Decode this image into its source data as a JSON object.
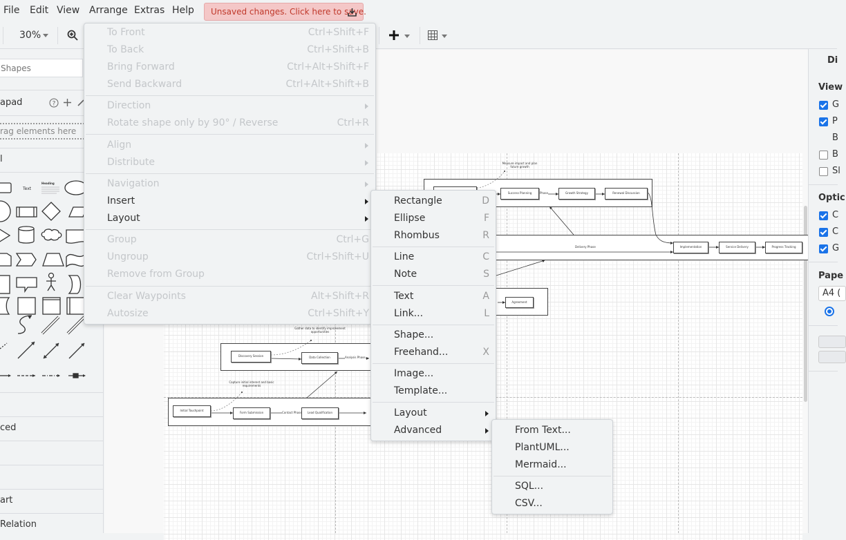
{
  "menubar": {
    "items": [
      "File",
      "Edit",
      "View",
      "Arrange",
      "Extras",
      "Help"
    ],
    "unsaved_notice": "Unsaved changes. Click here to save.",
    "unsaved_icon": "download-icon"
  },
  "toolbar": {
    "zoom": "30%",
    "icons": [
      "zoom-in-icon",
      "insert-plus-icon",
      "table-icon"
    ]
  },
  "sidebar": {
    "search_placeholder": "Shapes",
    "scratchpad_title": "apad",
    "scratchpad_icons": [
      "help-icon",
      "add-icon",
      "edit-icon"
    ],
    "scratchpad_drop": "rag elements here",
    "general_title": "l",
    "shape_text": "Text",
    "shape_heading": "Heading",
    "sections": [
      "",
      "ced",
      "",
      "",
      "art",
      "Relation"
    ]
  },
  "arrange_menu": {
    "items": [
      {
        "label": "To Front",
        "shortcut": "Ctrl+Shift+F",
        "enabled": false
      },
      {
        "label": "To Back",
        "shortcut": "Ctrl+Shift+B",
        "enabled": false
      },
      {
        "label": "Bring Forward",
        "shortcut": "Ctrl+Alt+Shift+F",
        "enabled": false
      },
      {
        "label": "Send Backward",
        "shortcut": "Ctrl+Alt+Shift+B",
        "enabled": false
      },
      {
        "label": "Direction",
        "shortcut": "",
        "enabled": false,
        "submenu": true
      },
      {
        "label": "Rotate shape only by 90° / Reverse",
        "shortcut": "Ctrl+R",
        "enabled": false
      },
      {
        "label": "Align",
        "shortcut": "",
        "enabled": false,
        "submenu": true
      },
      {
        "label": "Distribute",
        "shortcut": "",
        "enabled": false,
        "submenu": true
      },
      {
        "label": "Navigation",
        "shortcut": "",
        "enabled": false,
        "submenu": true
      },
      {
        "label": "Insert",
        "shortcut": "",
        "enabled": true,
        "submenu": true
      },
      {
        "label": "Layout",
        "shortcut": "",
        "enabled": true,
        "submenu": true
      },
      {
        "label": "Group",
        "shortcut": "Ctrl+G",
        "enabled": false
      },
      {
        "label": "Ungroup",
        "shortcut": "Ctrl+Shift+U",
        "enabled": false
      },
      {
        "label": "Remove from Group",
        "shortcut": "",
        "enabled": false
      },
      {
        "label": "Clear Waypoints",
        "shortcut": "Alt+Shift+R",
        "enabled": false
      },
      {
        "label": "Autosize",
        "shortcut": "Ctrl+Shift+Y",
        "enabled": false
      }
    ]
  },
  "insert_menu": {
    "items": [
      {
        "label": "Rectangle",
        "shortcut": "D"
      },
      {
        "label": "Ellipse",
        "shortcut": "F"
      },
      {
        "label": "Rhombus",
        "shortcut": "R"
      },
      {
        "label": "Line",
        "shortcut": "C"
      },
      {
        "label": "Note",
        "shortcut": "S"
      },
      {
        "label": "Text",
        "shortcut": "A"
      },
      {
        "label": "Link...",
        "shortcut": "L"
      },
      {
        "label": "Shape...",
        "shortcut": ""
      },
      {
        "label": "Freehand...",
        "shortcut": "X"
      },
      {
        "label": "Image...",
        "shortcut": ""
      },
      {
        "label": "Template...",
        "shortcut": ""
      },
      {
        "label": "Layout",
        "shortcut": "",
        "submenu": true
      },
      {
        "label": "Advanced",
        "shortcut": "",
        "submenu": true
      }
    ]
  },
  "advanced_menu": {
    "items": [
      {
        "label": "From Text..."
      },
      {
        "label": "PlantUML..."
      },
      {
        "label": "Mermaid..."
      },
      {
        "label": "SQL..."
      },
      {
        "label": "CSV..."
      }
    ]
  },
  "diagram": {
    "nodes": {
      "measure_impact": "Measure impact and plan future growth",
      "success_planning": "Success Planning",
      "growth_strategy": "Growth Strategy",
      "renewal_discussion": "Renewal Discussion",
      "delivery_phase": "Delivery Phase",
      "implementation": "Implementation",
      "service_delivery": "Service Delivery",
      "progress_tracking": "Progress Tracking",
      "agreement": "Agreement",
      "gather_data": "Gather data to identify improvement opportunities",
      "discovery_session": "Discovery Session",
      "data_collection": "Data Collection",
      "analysis_phase": "Analysis Phase",
      "capture_interest": "Capture initial interest and basic requirements",
      "initial_touchpoint": "Initial Touchpoint",
      "form_submission": "Form Submission",
      "contact_phase": "Contact Phase",
      "lead_qualification": "Lead Qualification",
      "phase_label": "Phase"
    }
  },
  "right_panel": {
    "title": "Di",
    "view_title": "View",
    "view_options": [
      {
        "label": "G",
        "checked": true
      },
      {
        "label": "P",
        "checked": true
      },
      {
        "label": "B",
        "checked": null
      },
      {
        "label": "B",
        "checked": false
      },
      {
        "label": "Sl",
        "checked": false
      }
    ],
    "options_title": "Optic",
    "options": [
      {
        "label": "C",
        "checked": true
      },
      {
        "label": "C",
        "checked": true
      },
      {
        "label": "G",
        "checked": true
      }
    ],
    "paper_title": "Pape",
    "paper_size": "A4 (",
    "accent_color": "#1a73e8"
  }
}
